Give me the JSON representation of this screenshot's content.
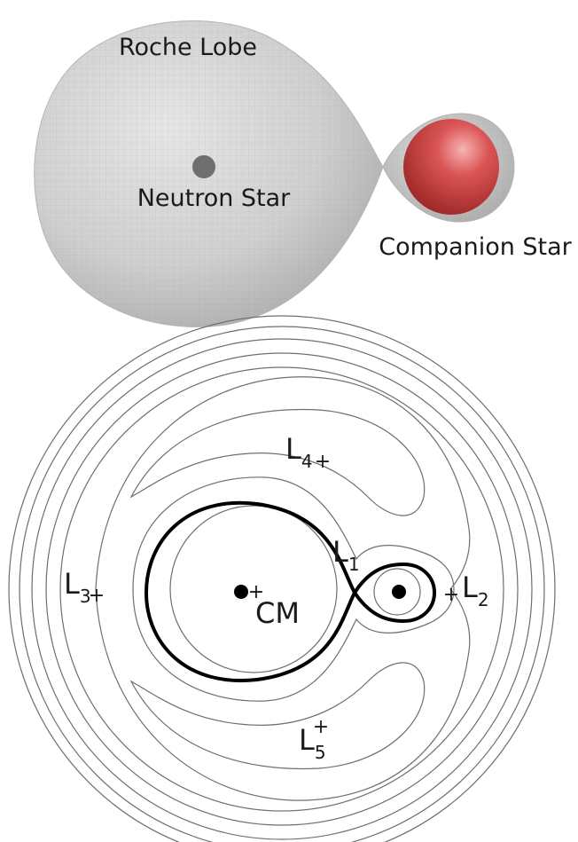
{
  "top_figure": {
    "labels": {
      "roche_lobe": "Roche Lobe",
      "neutron_star": "Neutron Star",
      "companion_star": "Companion Star"
    },
    "colors": {
      "lobe_fill": "#c8c8c8",
      "lobe_edge": "#a9a9a9",
      "neutron_star": "#6f6f6f",
      "companion_star": "#c63a3a"
    }
  },
  "bottom_figure": {
    "labels": {
      "l4": "L",
      "l4_sub": "4",
      "l5": "L",
      "l5_sub": "5",
      "l3": "L",
      "l3_sub": "3",
      "l1": "L",
      "l1_sub": "1",
      "l2": "L",
      "l2_sub": "2",
      "cm": "CM"
    },
    "markers": {
      "plus": "+"
    }
  }
}
